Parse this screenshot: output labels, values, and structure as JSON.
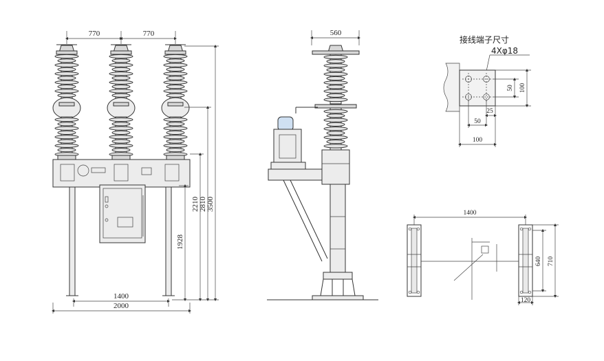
{
  "front_view": {
    "dims": {
      "pitch_left": "770",
      "pitch_right": "770",
      "leg_spacing": "1400",
      "overall_width": "2000",
      "h_frame": "1928",
      "h_box_top": "2210",
      "h_mid": "2810",
      "h_total": "3500"
    }
  },
  "side_view": {
    "dims": {
      "top_width": "560"
    }
  },
  "terminal_detail": {
    "title": "接线端子尺寸",
    "hole_spec": "4Xφ18",
    "dims": {
      "v_hole": "50",
      "v_plate": "100",
      "h_edge": "25",
      "h_hole": "50",
      "h_plate": "100"
    }
  },
  "base_plan": {
    "dims": {
      "span": "1400",
      "inner": "640",
      "outer": "710",
      "foot": "120"
    }
  },
  "colors": {
    "line": "#333333",
    "fill": "#e4e4e4",
    "accent": "#cfe0f2"
  }
}
